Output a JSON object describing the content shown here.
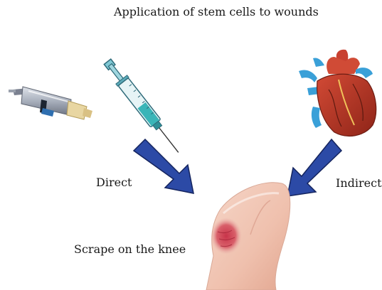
{
  "title": "Application of stem cells to wounds",
  "labels": {
    "direct": "Direct",
    "indirect": "Indirect",
    "wound": "Scrape on the knee"
  },
  "colors": {
    "arrow": "#2c4aa6",
    "arrow_outline": "#14245e",
    "syringe_liquid": "#3ab5b8",
    "heart_red": "#b8392a",
    "vessel_blue": "#3aa0d8",
    "skin": "#f1c7b6"
  },
  "icons": [
    "spray-gun-icon",
    "syringe-icon",
    "heart-icon",
    "knee-icon",
    "arrow-icon"
  ]
}
